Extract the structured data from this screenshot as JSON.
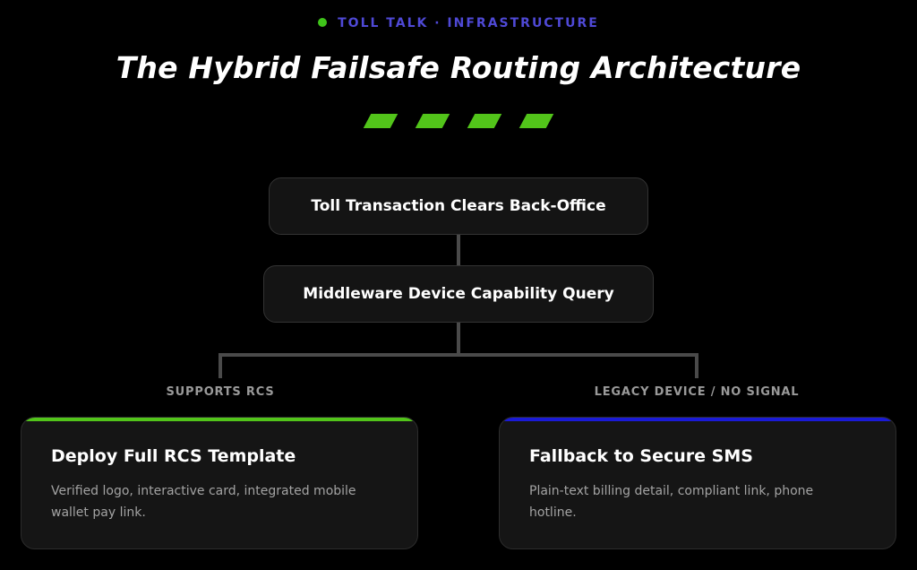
{
  "header": {
    "eyebrow": "TOLL TALK · INFRASTRUCTURE",
    "title": "The Hybrid Failsafe Routing Architecture"
  },
  "flow": {
    "step1": "Toll Transaction Clears Back-Office",
    "step2": "Middleware Device Capability Query"
  },
  "branches": {
    "left": {
      "label": "SUPPORTS RCS",
      "title": "Deploy Full RCS Template",
      "description": "Verified logo, interactive card, integrated mobile wallet pay link.",
      "accent": "#52c41a"
    },
    "right": {
      "label": "LEGACY DEVICE / NO SIGNAL",
      "title": "Fallback to Secure SMS",
      "description": "Plain-text billing detail, compliant link, phone hotline.",
      "accent": "#1a1ad6"
    }
  },
  "colors": {
    "eyebrow": "#4f49d6",
    "dot": "#3fc41a",
    "dashes": "#52c41a"
  }
}
